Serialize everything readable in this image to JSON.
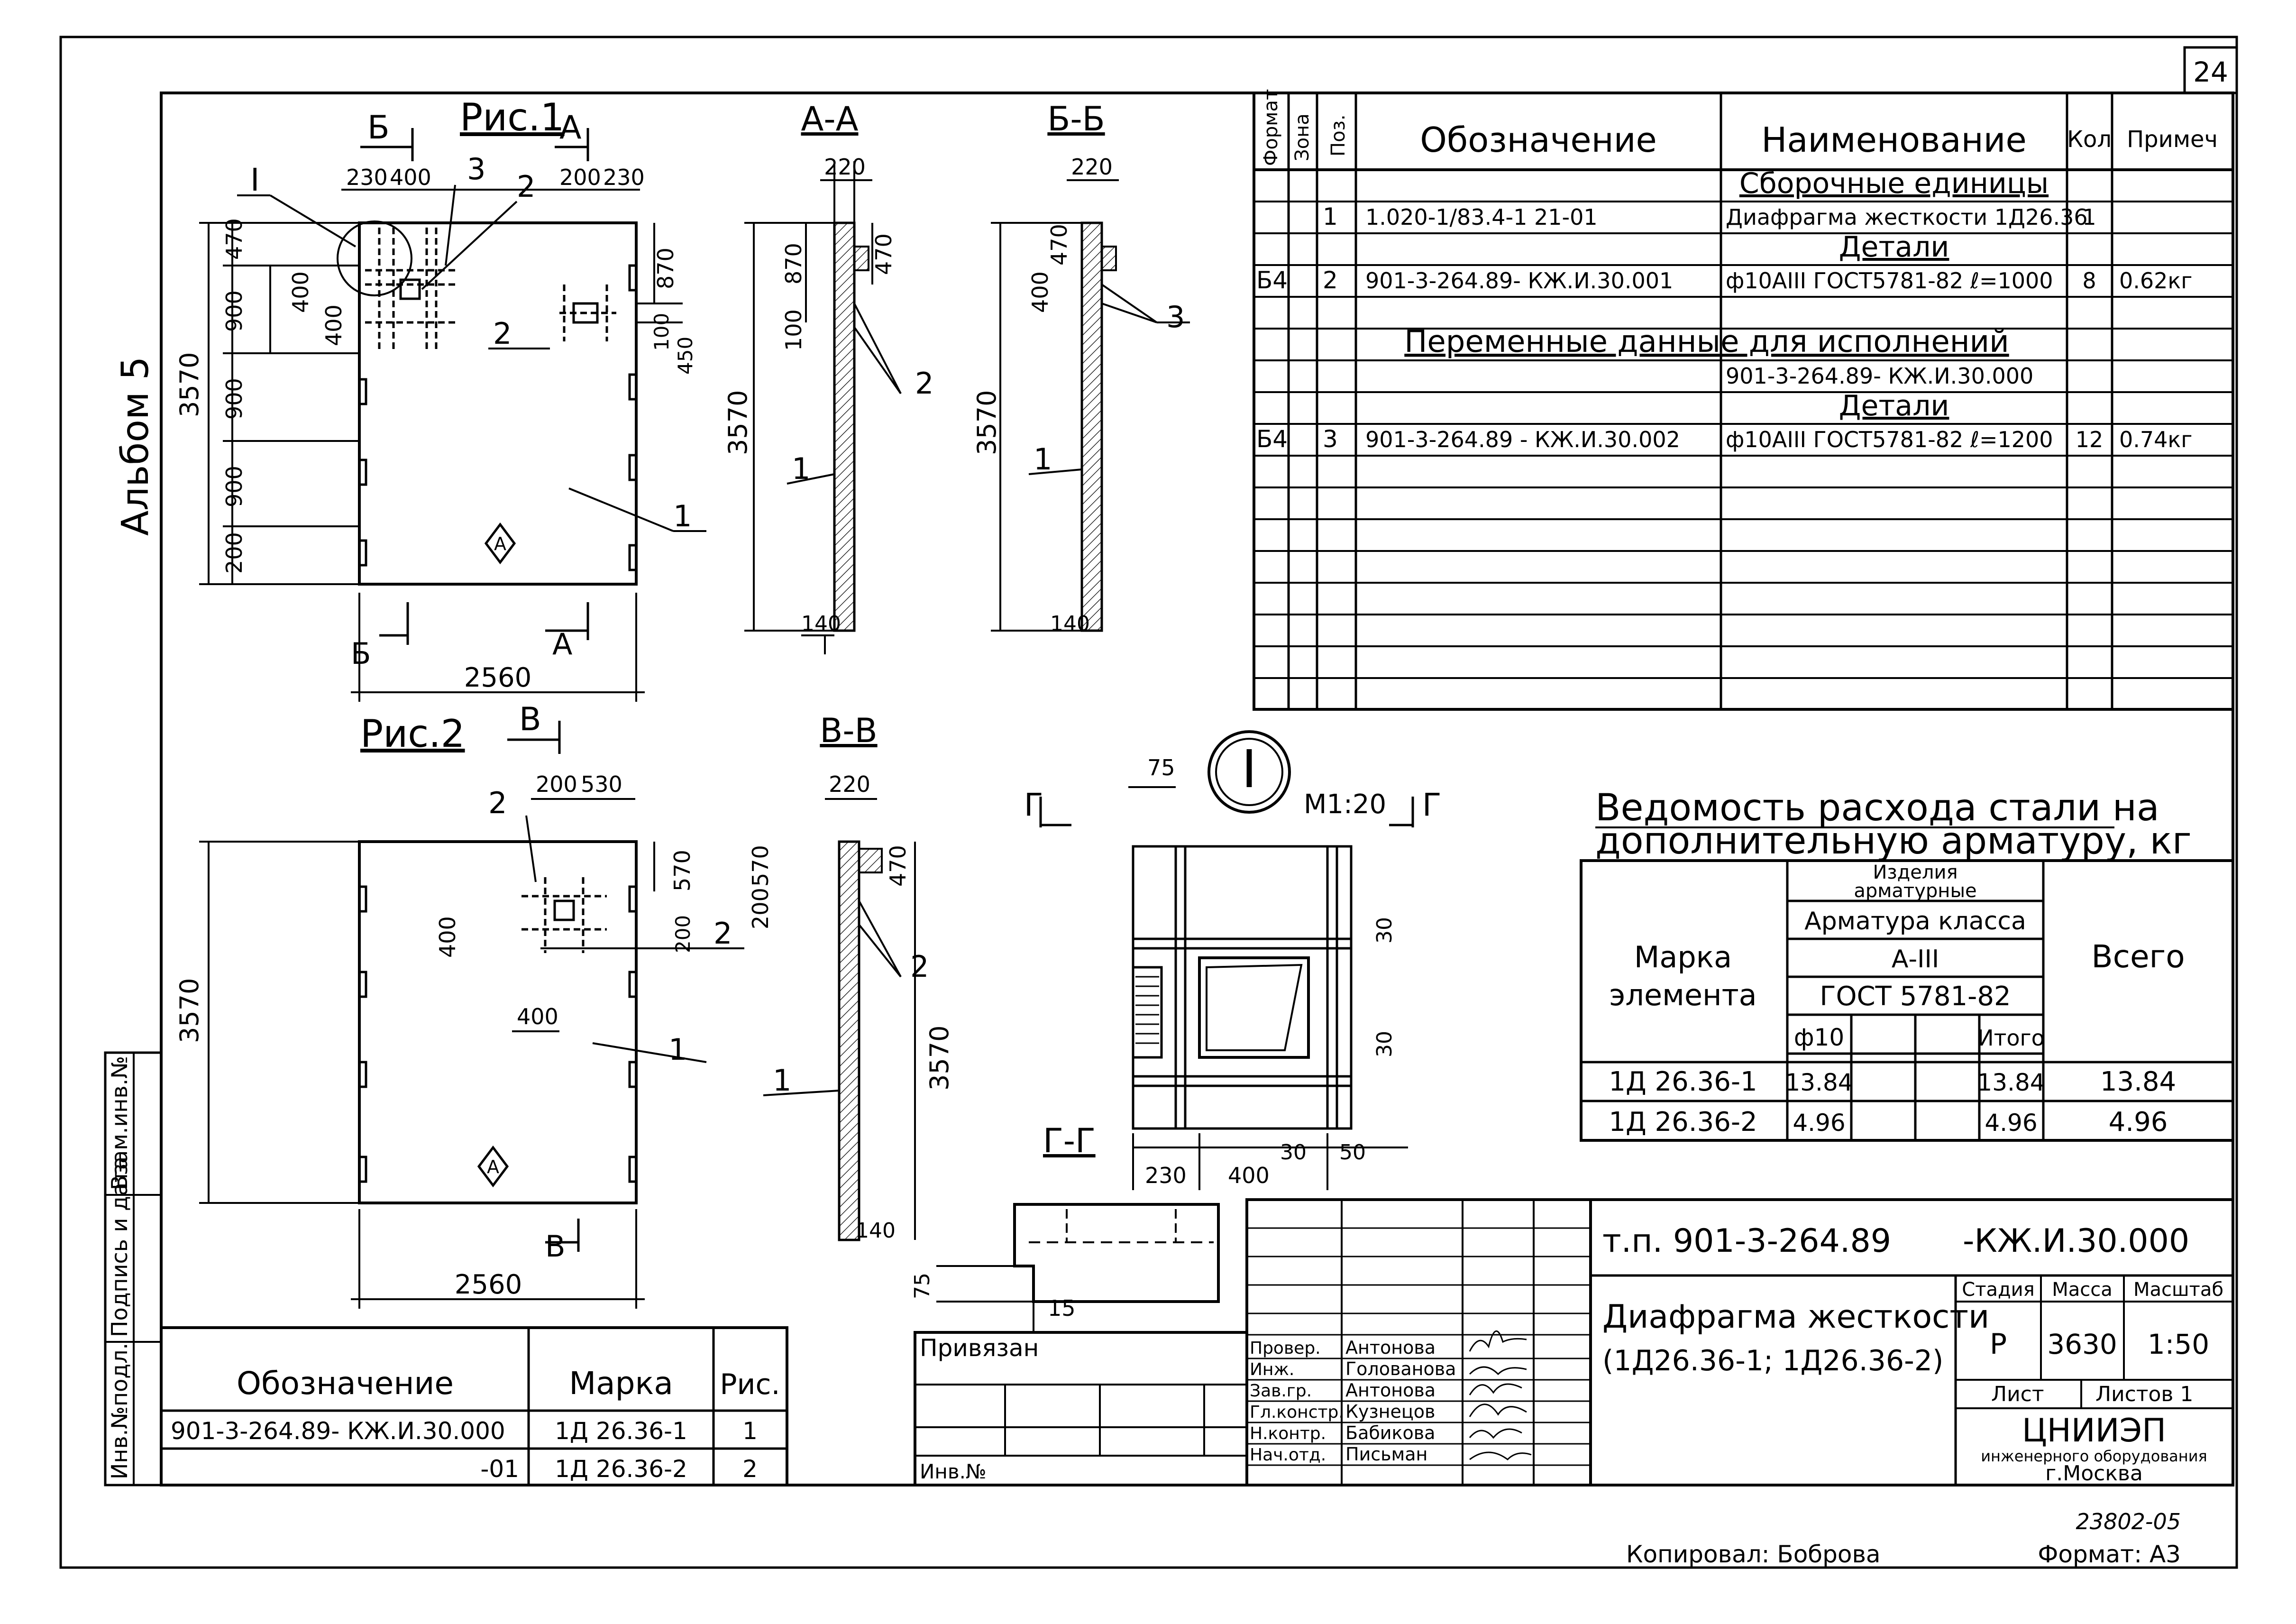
{
  "sheet": {
    "sheet_no": "24",
    "album": "Альбом 5",
    "copied_by": "Копировал: Боброва",
    "format": "Формат: А3",
    "archive_no": "23802-05"
  },
  "fig1": {
    "title": "Рис.1",
    "sec_b": "Б",
    "sec_a": "А",
    "node": "I",
    "mark": "А",
    "dims_top": [
      "230",
      "400",
      "200",
      "230"
    ],
    "dims_left": [
      "470",
      "900",
      "900",
      "900",
      "200"
    ],
    "dims_inner": [
      "400",
      "400",
      "870",
      "100",
      "450"
    ],
    "total_h": "3570",
    "total_w": "2560",
    "pos": [
      "1",
      "2",
      "2",
      "3"
    ]
  },
  "secAA": {
    "title": "А-А",
    "top": "220",
    "d1": "870",
    "d2": "470",
    "d3": "100",
    "total": "3570",
    "bottom": "140",
    "pos": [
      "1",
      "2"
    ]
  },
  "secBB": {
    "title": "Б-Б",
    "top": "220",
    "d1": "400",
    "d2": "470",
    "total": "3570",
    "bottom": "140",
    "pos": [
      "1",
      "3"
    ]
  },
  "fig2": {
    "title": "Рис.2",
    "sec_v": "В",
    "mark": "А",
    "dims_top": [
      "200",
      "530"
    ],
    "dims": [
      "570",
      "200",
      "400",
      "400"
    ],
    "total_h": "3570",
    "total_w": "2560",
    "pos": [
      "1",
      "2",
      "2"
    ]
  },
  "secVV": {
    "title": "В-В",
    "top": "220",
    "d1": "200",
    "d2": "570",
    "d3": "470",
    "total": "3570",
    "bottom": "140",
    "pos": [
      "1",
      "2"
    ]
  },
  "node1": {
    "label": "I",
    "scale": "М1:20",
    "sec_g": "Г",
    "dim_75": "75",
    "dims_r": [
      "30",
      "30"
    ],
    "dims_b": [
      "230",
      "400",
      "30",
      "50"
    ]
  },
  "secGG": {
    "title": "Г-Г",
    "d1": "75",
    "d2": "15"
  },
  "spec": {
    "headers": [
      "Формат",
      "Зона",
      "Поз.",
      "Обозначение",
      "Наименование",
      "Кол",
      "Примеч"
    ],
    "rows": [
      {
        "cells": [
          "",
          "",
          "",
          "",
          "Сборочные единицы",
          "",
          ""
        ],
        "type": "section"
      },
      {
        "cells": [
          "",
          "",
          "1",
          "1.020-1/83.4-1 21-01",
          "Диафрагма жесткости 1Д26.36",
          "1",
          ""
        ]
      },
      {
        "cells": [
          "",
          "",
          "",
          "",
          "Детали",
          "",
          ""
        ],
        "type": "section"
      },
      {
        "cells": [
          "Б4",
          "",
          "2",
          "901-3-264.89- КЖ.И.30.001",
          "ф10АIII ГОСТ5781-82 ℓ=1000",
          "8",
          "0.62кг"
        ]
      },
      {
        "cells": [
          "",
          "",
          "",
          "",
          "",
          "",
          ""
        ]
      },
      {
        "cells": [
          "",
          "",
          "",
          "Переменные данные для исполнений",
          "",
          "",
          ""
        ],
        "type": "wide"
      },
      {
        "cells": [
          "",
          "",
          "",
          "",
          "901-3-264.89- КЖ.И.30.000",
          "",
          ""
        ]
      },
      {
        "cells": [
          "",
          "",
          "",
          "",
          "Детали",
          "",
          ""
        ],
        "type": "section"
      },
      {
        "cells": [
          "Б4",
          "",
          "3",
          "901-3-264.89 - КЖ.И.30.002",
          "ф10АIII ГОСТ5781-82 ℓ=1200",
          "12",
          "0.74кг"
        ]
      },
      {
        "cells": [
          "",
          "",
          "",
          "",
          "",
          "",
          ""
        ]
      },
      {
        "cells": [
          "",
          "",
          "",
          "",
          "",
          "",
          ""
        ]
      },
      {
        "cells": [
          "",
          "",
          "",
          "",
          "",
          "",
          ""
        ]
      },
      {
        "cells": [
          "",
          "",
          "",
          "",
          "",
          "",
          ""
        ]
      },
      {
        "cells": [
          "",
          "",
          "",
          "",
          "",
          "",
          ""
        ]
      },
      {
        "cells": [
          "",
          "",
          "",
          "",
          "",
          "",
          ""
        ]
      },
      {
        "cells": [
          "",
          "",
          "",
          "",
          "",
          "",
          ""
        ]
      },
      {
        "cells": [
          "",
          "",
          "",
          "",
          "",
          "",
          ""
        ]
      }
    ]
  },
  "steel": {
    "title1": "Ведомость расхода стали на",
    "title2": "дополнительную арматуру, кг",
    "h_mark": [
      "Марка",
      "элемента"
    ],
    "h_items": [
      "Изделия",
      "арматурные"
    ],
    "h_class": "Арматура класса",
    "h_grade": "А-III",
    "h_gost": "ГОСТ 5781-82",
    "h_d": "ф10",
    "h_sum": "Итого",
    "h_total": "Всего",
    "rows": [
      {
        "mark": "1Д 26.36-1",
        "d10": "13.84",
        "sum": "13.84",
        "total": "13.84"
      },
      {
        "mark": "1Д 26.36-2",
        "d10": "4.96",
        "sum": "4.96",
        "total": "4.96"
      }
    ]
  },
  "variants": {
    "headers": [
      "Обозначение",
      "Марка",
      "Рис."
    ],
    "rows": [
      {
        "code": "901-3-264.89- КЖ.И.30.000",
        "mark": "1Д 26.36-1",
        "fig": "1"
      },
      {
        "code": "-01",
        "mark": "1Д 26.36-2",
        "fig": "2"
      }
    ]
  },
  "side_labels": [
    "Инв.№подл.",
    "Подпись и дата",
    "Взам.инв.№"
  ],
  "stamp": {
    "code": "т.п. 901-3-264.89",
    "doc": "-КЖ.И.30.000",
    "name1": "Диафрагма жесткости",
    "name2": "(1Д26.36-1; 1Д26.36-2)",
    "h_stage": "Стадия",
    "h_mass": "Масса",
    "h_scale": "Масштаб",
    "stage": "Р",
    "mass": "3630",
    "scale": "1:50",
    "sheet": "Лист",
    "sheets": "Листов 1",
    "org1": "ЦНИИЭП",
    "org2": "инженерного оборудования",
    "org3": "г.Москва",
    "bound": "Привязан",
    "inv": "Инв.№",
    "roles": [
      "Провер.",
      "Инж.",
      "Зав.гр.",
      "Гл.констр.",
      "Н.контр.",
      "Нач.отд."
    ],
    "names": [
      "Антонова",
      "Голованова",
      "Антонова",
      "Кузнецов",
      "Бабикова",
      "Письман"
    ]
  }
}
